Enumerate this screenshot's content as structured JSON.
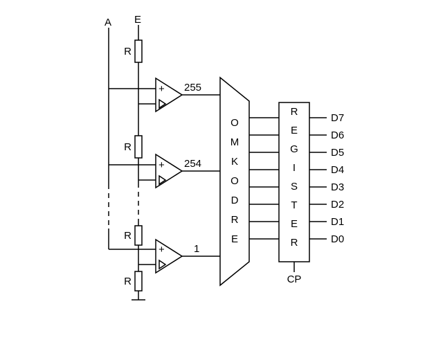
{
  "diagram": {
    "analog_input_label": "A",
    "reference_label": "E",
    "resistors": {
      "label": "R"
    },
    "comparators": {
      "plus_label": "+",
      "outputs": [
        "255",
        "254",
        "1"
      ]
    },
    "encoder": {
      "letters": [
        "O",
        "M",
        "K",
        "O",
        "D",
        "R",
        "E"
      ]
    },
    "register": {
      "letters": [
        "R",
        "E",
        "G",
        "I",
        "S",
        "T",
        "E",
        "R"
      ]
    },
    "data_outputs": [
      "D7",
      "D6",
      "D5",
      "D4",
      "D3",
      "D2",
      "D1",
      "D0"
    ],
    "clock_label": "CP",
    "colors": {
      "line": "#000000",
      "background": "#ffffff"
    }
  }
}
